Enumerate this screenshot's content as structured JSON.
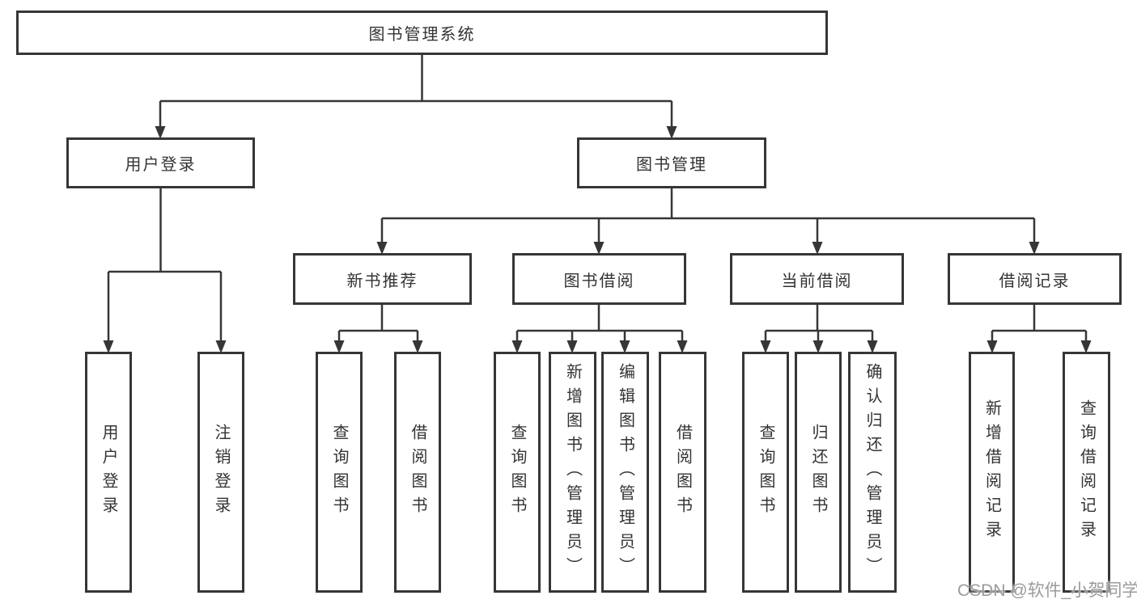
{
  "diagram_title": "图书管理系统",
  "watermark": "CSDN @软件_小贺同学",
  "colors": {
    "line": "#363636",
    "box_border": "#363636",
    "text": "#333333",
    "watermark": "#9b9b9b",
    "background": "#ffffff"
  },
  "nodes": {
    "root": "图书管理系统",
    "level2": [
      {
        "label": "用户登录"
      },
      {
        "label": "图书管理"
      }
    ],
    "level3": [
      {
        "label": "新书推荐"
      },
      {
        "label": "图书借阅"
      },
      {
        "label": "当前借阅"
      },
      {
        "label": "借阅记录"
      }
    ],
    "leaves": {
      "login": [
        "用户登录",
        "注销登录"
      ],
      "recommend": [
        "查询图书",
        "借阅图书"
      ],
      "borrow": [
        "查询图书",
        "新增图书（管理员）",
        "编辑图书（管理员）",
        "借阅图书"
      ],
      "current": [
        "查询图书",
        "归还图书",
        "确认归还（管理员）"
      ],
      "records": [
        "新增借阅记录",
        "查询借阅记录"
      ]
    }
  }
}
